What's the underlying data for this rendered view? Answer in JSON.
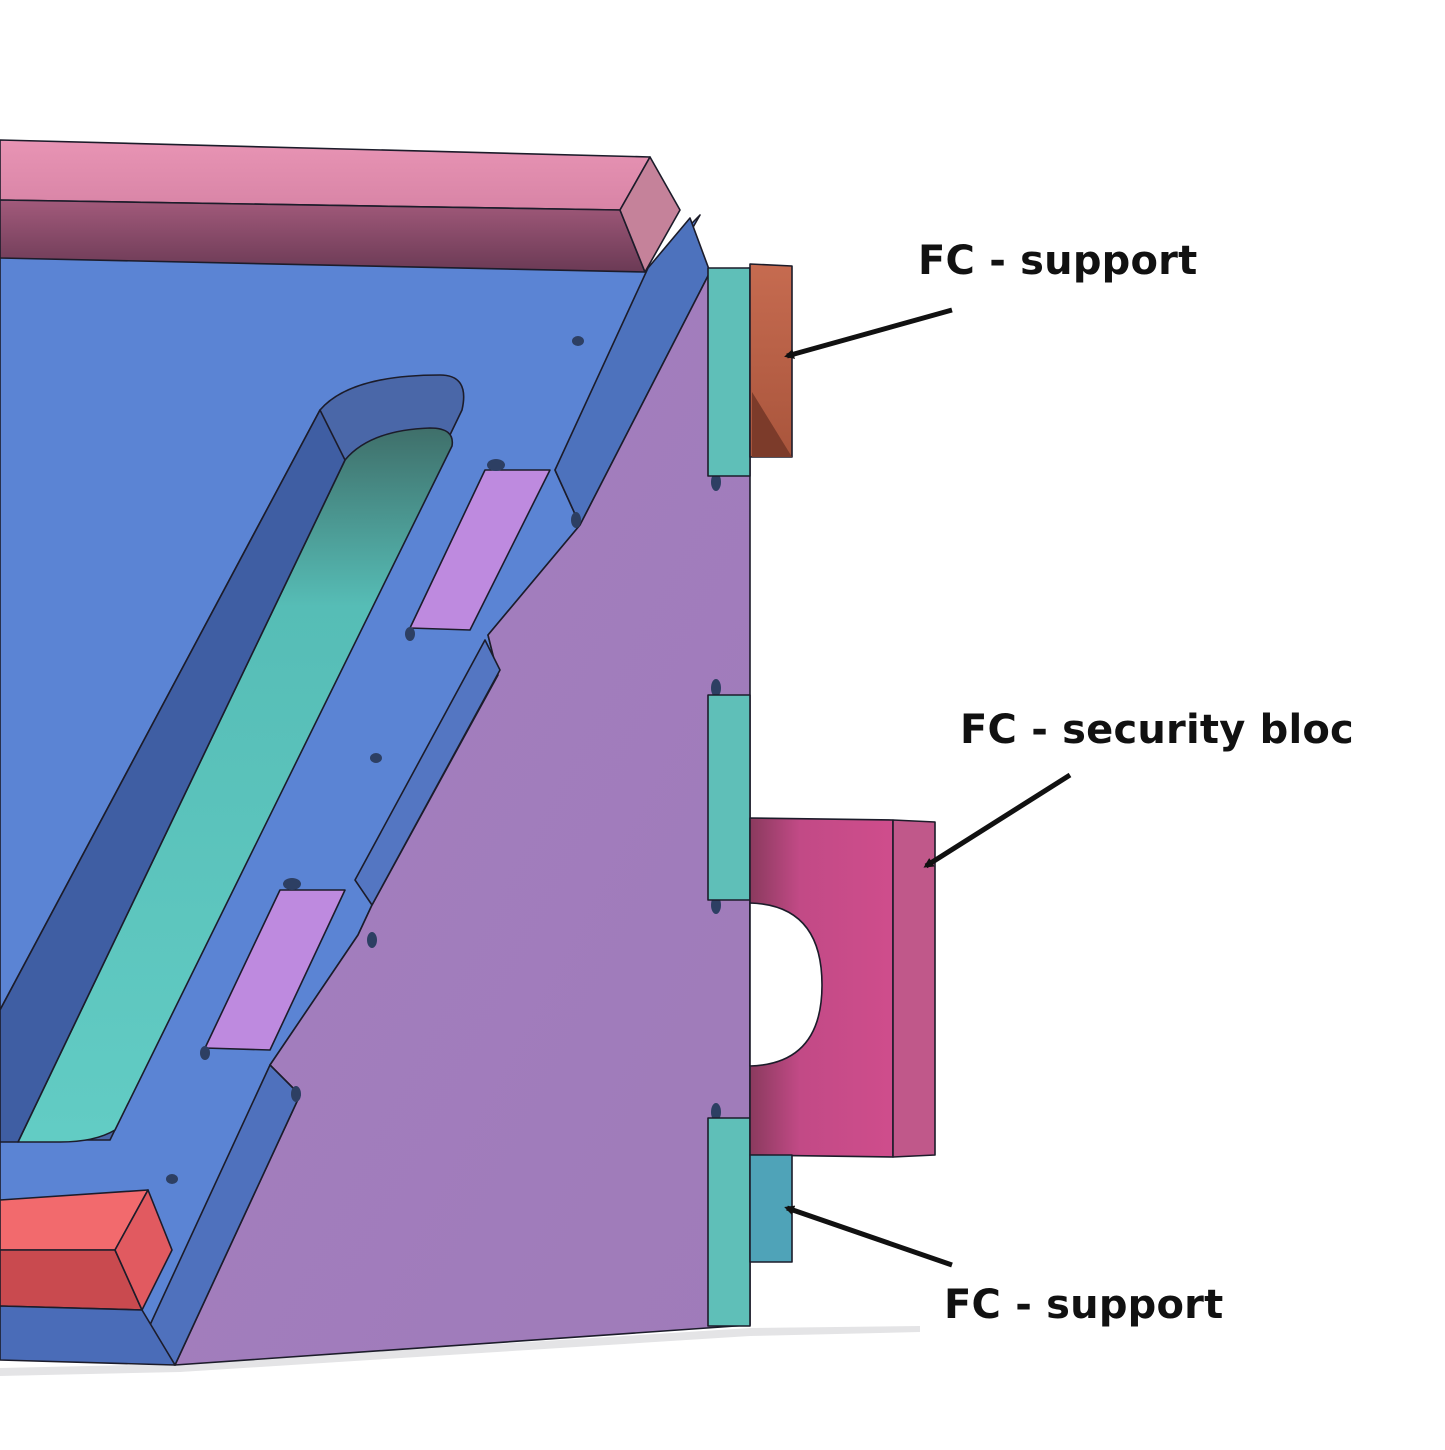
{
  "annotations": [
    {
      "id": "top-support",
      "text": "FC - support"
    },
    {
      "id": "security-bloc",
      "text": "FC - security bloc"
    },
    {
      "id": "bottom-support",
      "text": "FC - support"
    }
  ],
  "colors": {
    "background": "#ffffff",
    "base_plate": "#5b84d4",
    "side_face": "#a37dbd",
    "rail_top": "#e58fb0",
    "rail_bottom": "#f0676a",
    "slot_floor": "#5ec8c2",
    "tab": "#be8adf",
    "teal_strip": "#5fbfb8",
    "support_block": "#c0684f",
    "security_block": "#c94a88",
    "bottom_support": "#4fa3b8",
    "arrow": "#111111"
  }
}
